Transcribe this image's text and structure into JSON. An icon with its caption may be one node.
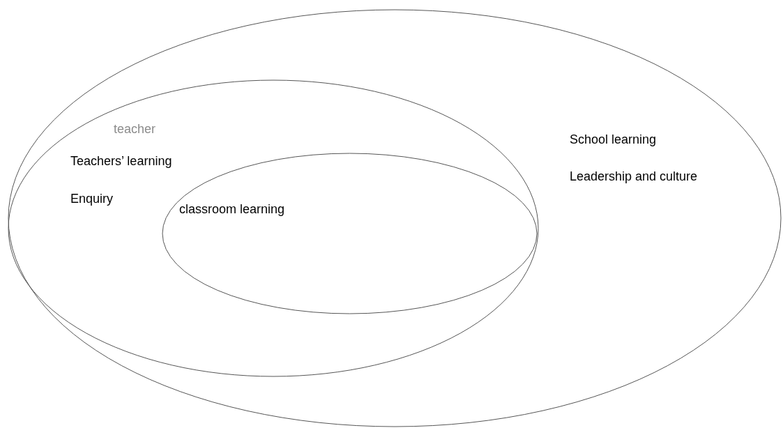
{
  "diagram": {
    "nodes": [
      {
        "text": [
          "School learning",
          "Leadership and culture"
        ]
      },
      {
        "text": [
          "teacher",
          "Teachers’ learning",
          "Enquiry"
        ],
        "in": 0
      },
      {
        "text": [
          "classroom learning"
        ],
        "in": 1
      }
    ]
  }
}
